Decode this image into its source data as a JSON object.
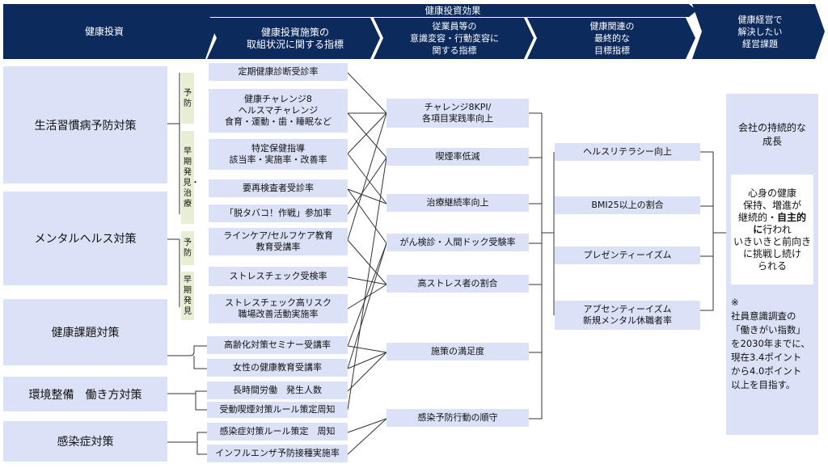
{
  "header": {
    "effects_banner": "健康投資効果",
    "col1": "健康投資",
    "col2_line1": "健康投資施策の",
    "col2_line2": "取組状況に関する指標",
    "col3_line1": "従業員等の",
    "col3_line2": "意識変容・行動変容に",
    "col3_line3": "関する指標",
    "col4_line1": "健康関連の",
    "col4_line2": "最終的な",
    "col4_line3": "目標指標",
    "col5_line1": "健康経営で",
    "col5_line2": "解決したい",
    "col5_line3": "経営課題"
  },
  "categories": [
    "生活習慣病予防対策",
    "メンタルヘルス対策",
    "健康課題対策",
    "環境整備　働き方対策",
    "感染症対策"
  ],
  "tags": {
    "yobo1": "予防",
    "souki1": "早期発見・治療",
    "yobo2": "予防",
    "souki2": "早期発見"
  },
  "measures": [
    "定期健康診断受診率",
    "健康チャレンジ8\nヘルスマチャレンジ\n食育・運動・歯・睡眠など",
    "特定保健指導\n該当率・実施率・改善率",
    "要再検査者受診率",
    "「脱タバコ！作戦」参加率",
    "ラインケア/セルフケア教育\n教育受講率",
    "ストレスチェック受検率",
    "ストレスチェック高リスク\n職場改善活動実施率",
    "高齢化対策セミナー受講率",
    "女性の健康教育受講率",
    "長時間労働　発生人数",
    "受動喫煙対策ルール策定周知",
    "感染症対策ルール策定　周知",
    "インフルエンザ予防接種実施率"
  ],
  "behaviors": [
    "チャレンジ8KPI/\n各項目実践率向上",
    "喫煙率低減",
    "治療継続率向上",
    "がん検診・人間ドック受験率",
    "高ストレス者の割合",
    "施策の満足度",
    "感染予防行動の順守"
  ],
  "outcomes": [
    "ヘルスリテラシー向上",
    "BMI25以上の割合",
    "プレゼンティーイズム",
    "アブセンティーイズム\n新規メンタル休職者率"
  ],
  "goal": {
    "title": "会社の持続的な\n成長",
    "inner_line1": "心身の健康",
    "inner_line2": "保持、増進が",
    "inner_line3a": "継続的・",
    "inner_line3b": "自主的",
    "inner_line4a": "に",
    "inner_line4b": "行われ",
    "inner_line5": "いきいきと前向き",
    "inner_line6": "に挑戦し続け",
    "inner_line7": "られる",
    "note": "※\n社員意識調査の\n「働きがい指数」\nを2030年までに、\n現在3.4ポイント\nから4.0ポイント\n以上を目指す。"
  },
  "colors": {
    "header_navy": "#0d2a5c",
    "box_fill": "#dbe1f6",
    "tag_fill": "#e6efd4",
    "line": "#333333"
  }
}
